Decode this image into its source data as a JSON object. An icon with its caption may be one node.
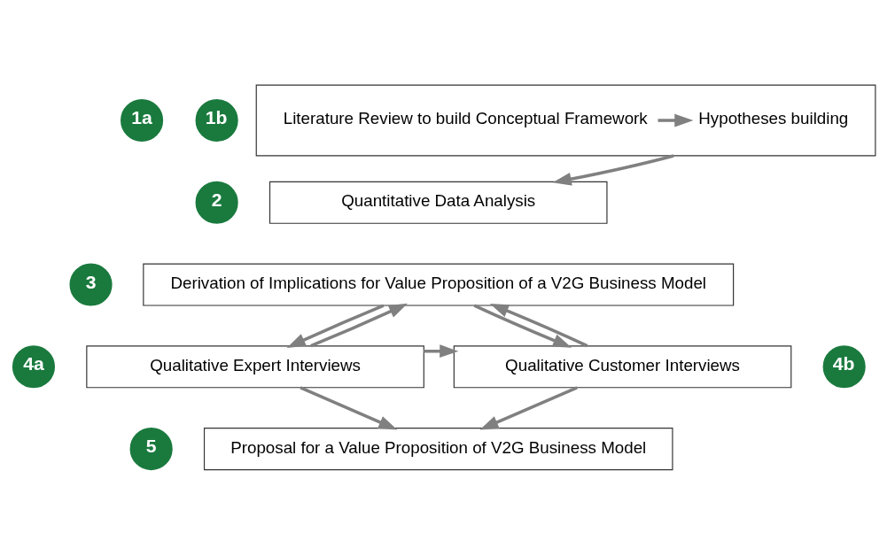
{
  "diagram": {
    "nodes": [
      {
        "text": [],
        "shape": "box"
      },
      {
        "text": [
          "1a"
        ]
      },
      {
        "text": [
          "Literature Review to build Conceptual Framework"
        ],
        "in": 0
      },
      {
        "text": [
          "Hypotheses building"
        ],
        "in": 0
      },
      {
        "text": [
          "1b"
        ]
      },
      {
        "text": [
          "2"
        ]
      },
      {
        "text": [
          "Quantitative Data Analysis"
        ]
      },
      {
        "text": [
          "3"
        ]
      },
      {
        "text": [
          "Derivation of Implications for Value Proposition of a V2G Business Model"
        ]
      },
      {
        "text": [
          "4a"
        ]
      },
      {
        "text": [
          "Qualitative Expert Interviews"
        ]
      },
      {
        "text": [
          "Qualitative Customer Interviews"
        ]
      },
      {
        "text": [
          "4b"
        ]
      },
      {
        "text": [
          "5"
        ]
      },
      {
        "text": [
          "Proposal for a Value Proposition of V2G Business Model"
        ]
      }
    ],
    "edges": [
      {
        "from": 2,
        "to": 3,
        "arrow": "to"
      },
      {
        "from": 0,
        "to": 6,
        "arrow": "to"
      },
      {
        "from": 8,
        "to": 10,
        "arrow": "to"
      },
      {
        "from": 10,
        "to": 8,
        "arrow": "to"
      },
      {
        "from": 8,
        "to": 11,
        "arrow": "to"
      },
      {
        "from": 11,
        "to": 8,
        "arrow": "to"
      },
      {
        "from": 10,
        "to": 11,
        "arrow": "to"
      },
      {
        "from": 10,
        "to": 14,
        "arrow": "to"
      },
      {
        "from": 11,
        "to": 14,
        "arrow": "to"
      }
    ]
  }
}
